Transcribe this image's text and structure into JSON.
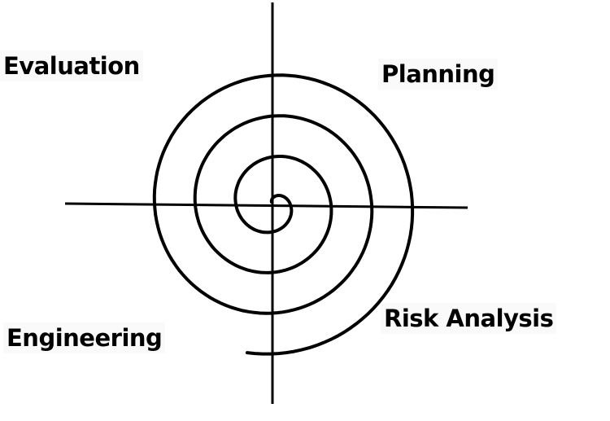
{
  "labels": {
    "evaluation": "Evaluation",
    "planning": "Planning",
    "risk_analysis": "Risk Analysis",
    "engineering": "Engineering"
  },
  "colors": {
    "stroke": "#000000",
    "background": "#ffffff"
  }
}
